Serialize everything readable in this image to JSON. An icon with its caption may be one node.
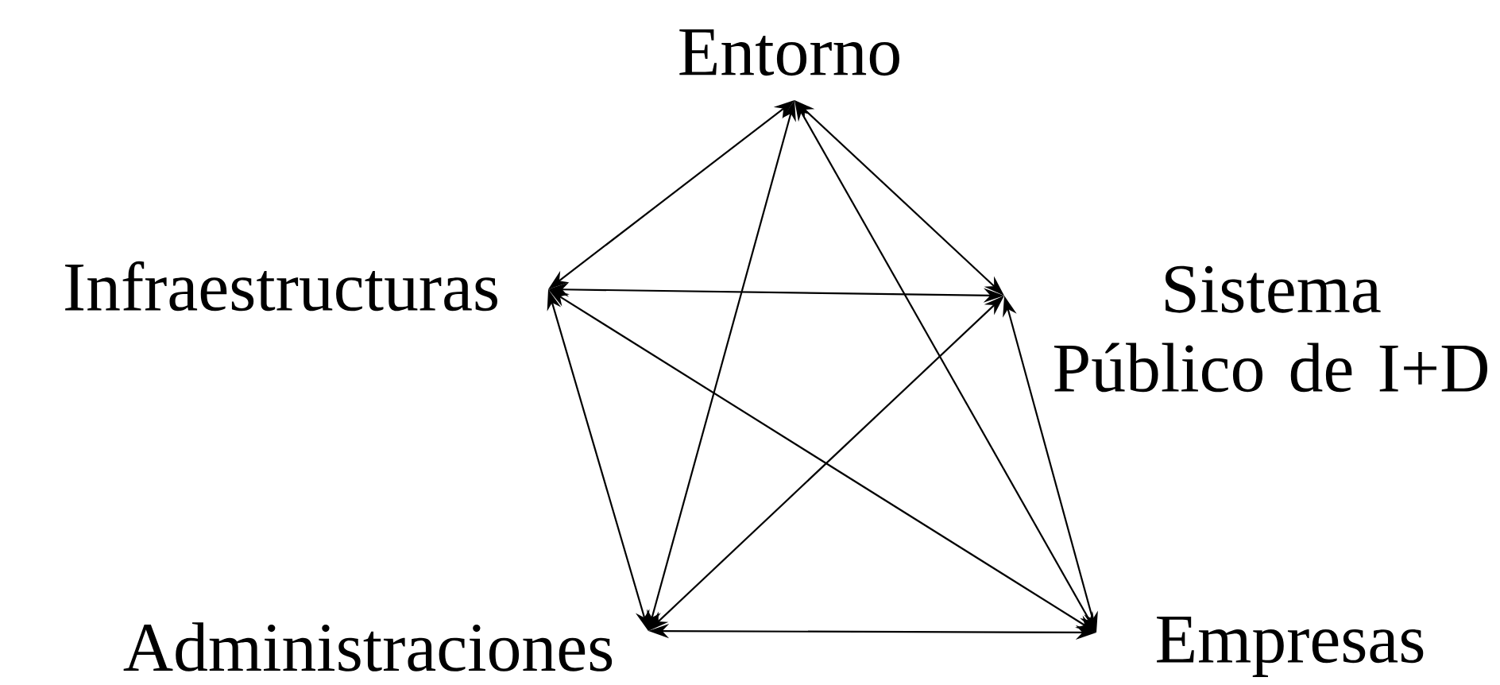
{
  "diagram": {
    "nodes": [
      {
        "text": [
          "Entorno"
        ]
      },
      {
        "text": [
          "Infraestructuras"
        ]
      },
      {
        "text": [
          "Sistema Público de I+D"
        ]
      },
      {
        "text": [
          "Administraciones"
        ]
      },
      {
        "text": [
          "Empresas"
        ]
      }
    ],
    "edges": [
      {
        "from": 0,
        "to": 1,
        "arrow": "both"
      },
      {
        "from": 0,
        "to": 2,
        "arrow": "both"
      },
      {
        "from": 0,
        "to": 3,
        "arrow": "both"
      },
      {
        "from": 0,
        "to": 4,
        "arrow": "both"
      },
      {
        "from": 1,
        "to": 2,
        "arrow": "both"
      },
      {
        "from": 1,
        "to": 3,
        "arrow": "both"
      },
      {
        "from": 1,
        "to": 4,
        "arrow": "both"
      },
      {
        "from": 2,
        "to": 3,
        "arrow": "both"
      },
      {
        "from": 2,
        "to": 4,
        "arrow": "both"
      },
      {
        "from": 3,
        "to": 4,
        "arrow": "both"
      }
    ]
  }
}
